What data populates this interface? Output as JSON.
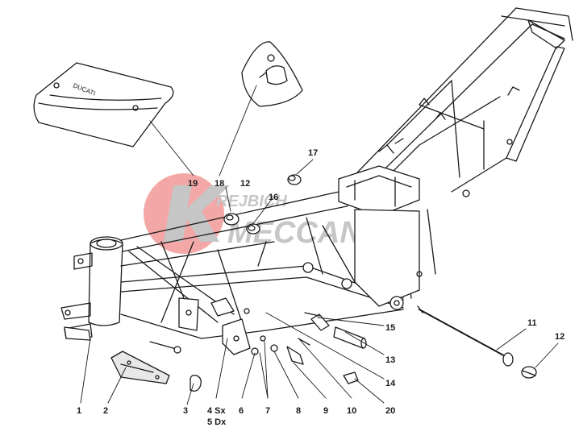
{
  "diagram": {
    "watermark": {
      "line1": "REJBICH",
      "line2": "MECCANICA",
      "initials": "K",
      "color_red": "#f08a8a",
      "color_gray": "#b3b3b3"
    },
    "seat_pouch_logo": "DUCATI",
    "line_color": "#1a1a1a",
    "callouts": {
      "c1": "1",
      "c2": "2",
      "c3": "3",
      "c4": "4 Sx",
      "c5": "5 Dx",
      "c6": "6",
      "c7": "7",
      "c8": "8",
      "c9": "9",
      "c10": "10",
      "c11": "11",
      "c12a": "12",
      "c12b": "12",
      "c13": "13",
      "c14": "14",
      "c15": "15",
      "c16": "16",
      "c17": "17",
      "c18": "18",
      "c19": "19",
      "c20": "20"
    }
  }
}
